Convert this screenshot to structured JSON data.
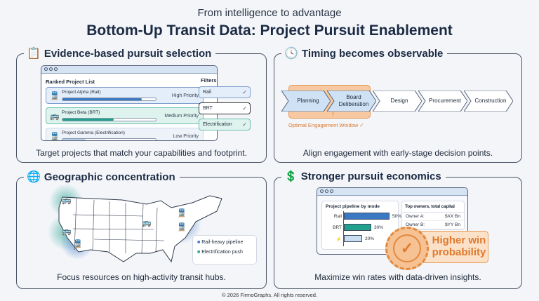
{
  "header": {
    "kicker": "From intelligence to advantage",
    "title": "Bottom-Up Transit Data: Project Pursuit Enablement"
  },
  "panels": {
    "selection": {
      "title": "Evidence-based pursuit selection",
      "icon": "checklist-search-icon",
      "list_title": "Ranked Project List",
      "filters_title": "Filters",
      "projects": [
        {
          "name": "Project Alpha (Rail)",
          "priority": "High Priority",
          "score": 0.85,
          "color": "#3b78c4"
        },
        {
          "name": "Project Beta (BRT)",
          "priority": "Medium Priority",
          "score": 0.55,
          "color": "#22a08e"
        },
        {
          "name": "Project Gamma (Electrification)",
          "priority": "Low Priority",
          "score": 0.25,
          "color": "#b9d4ee"
        }
      ],
      "filters": [
        {
          "label": "Rail",
          "checked": true
        },
        {
          "label": "BRT",
          "checked": true
        },
        {
          "label": "Electrification",
          "checked": true
        }
      ],
      "caption": "Target projects that match your capabilities and footprint."
    },
    "timing": {
      "title": "Timing becomes observable",
      "icon": "clock-icon",
      "stages": [
        "Planning",
        "Board Deliberation",
        "Design",
        "Procurement",
        "Construction"
      ],
      "window_label": "Optimal Engagement Window ✓",
      "caption": "Align engagement with early-stage decision points."
    },
    "geo": {
      "title": "Geographic concentration",
      "icon": "globe-pin-icon",
      "legend": [
        {
          "label": "Rail-heavy pipeline",
          "color": "#3b78c4"
        },
        {
          "label": "Electrification push",
          "color": "#22a08e"
        }
      ],
      "caption": "Focus resources on high-activity transit hubs."
    },
    "economics": {
      "title": "Stronger pursuit economics",
      "icon": "dollar-growth-icon",
      "chart_title": "Project pipeline by mode",
      "bars": [
        {
          "label": "Rail",
          "value": 50,
          "text": "50%",
          "color": "#3b78c4"
        },
        {
          "label": "BRT",
          "value": 30,
          "text": "30%",
          "color": "#22a08e"
        },
        {
          "label": "⚡",
          "value": 20,
          "text": "20%",
          "color": "#c9def2"
        }
      ],
      "owners_title": "Top owners, total capital",
      "owners": [
        {
          "name": "Owner A:",
          "value": "$XX Bn"
        },
        {
          "name": "Owner B:",
          "value": "$YY Bn"
        }
      ],
      "badge": "Higher win probability",
      "caption": "Maximize win rates with data-driven insights."
    }
  },
  "footer": "© 2026 FirmoGraphs. All rights reserved."
}
